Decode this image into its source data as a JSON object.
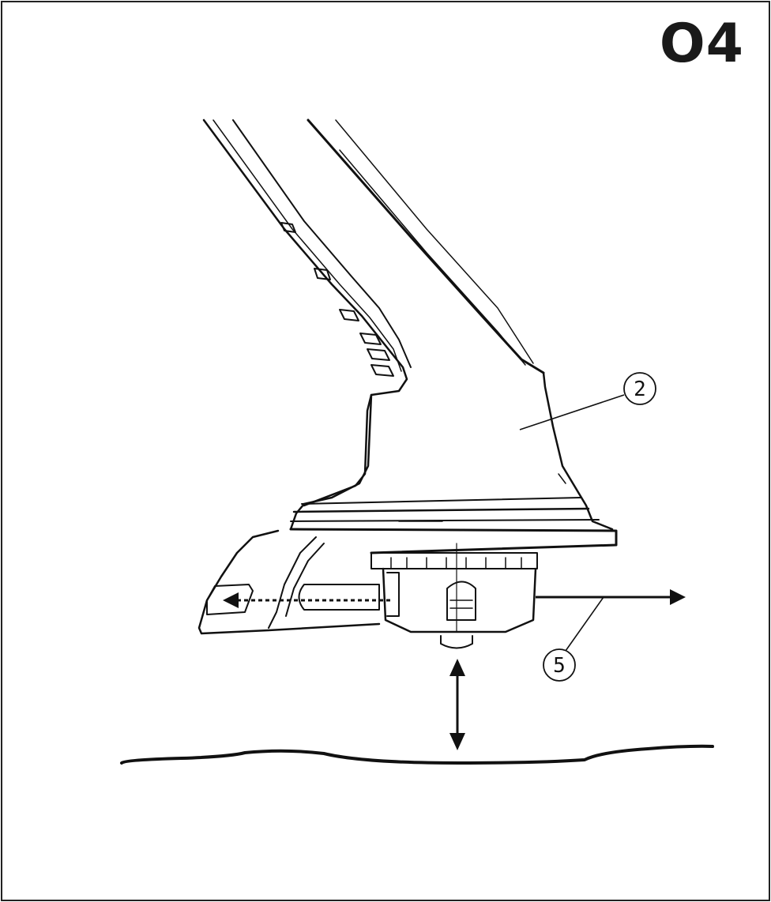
{
  "step": {
    "number": "O4"
  },
  "callouts": [
    {
      "id": "callout-2",
      "label": "2"
    },
    {
      "id": "callout-5",
      "label": "5"
    }
  ],
  "colors": {
    "ink": "#111111",
    "background": "#ffffff"
  },
  "icons": [
    "arrow-right-icon",
    "arrow-left-dotted-icon",
    "double-arrow-vertical-icon"
  ]
}
